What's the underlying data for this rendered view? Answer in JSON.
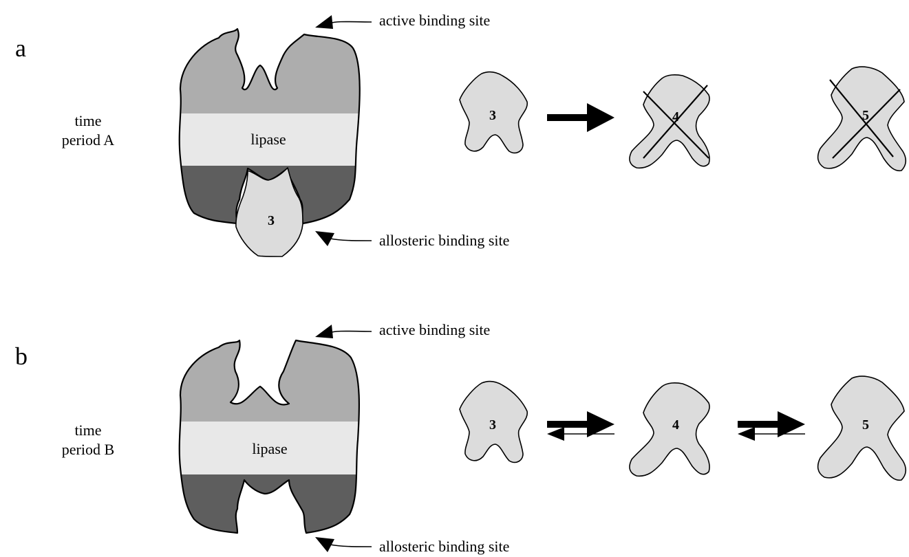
{
  "panels": [
    {
      "letter": "a",
      "time_line1": "time",
      "time_line2": "period A",
      "enzyme_label": "lipase",
      "active_site_label": "active binding site",
      "allosteric_site_label": "allosteric binding site",
      "bound_molecule": "3",
      "molecules": [
        "3",
        "4",
        "5"
      ],
      "blocked": [
        "4",
        "5"
      ],
      "arrow": "one-way"
    },
    {
      "letter": "b",
      "time_line1": "time",
      "time_line2": "period B",
      "enzyme_label": "lipase",
      "active_site_label": "active binding site",
      "allosteric_site_label": "allosteric binding site",
      "molecules": [
        "3",
        "4",
        "5"
      ],
      "arrow": "equilibrium"
    }
  ]
}
